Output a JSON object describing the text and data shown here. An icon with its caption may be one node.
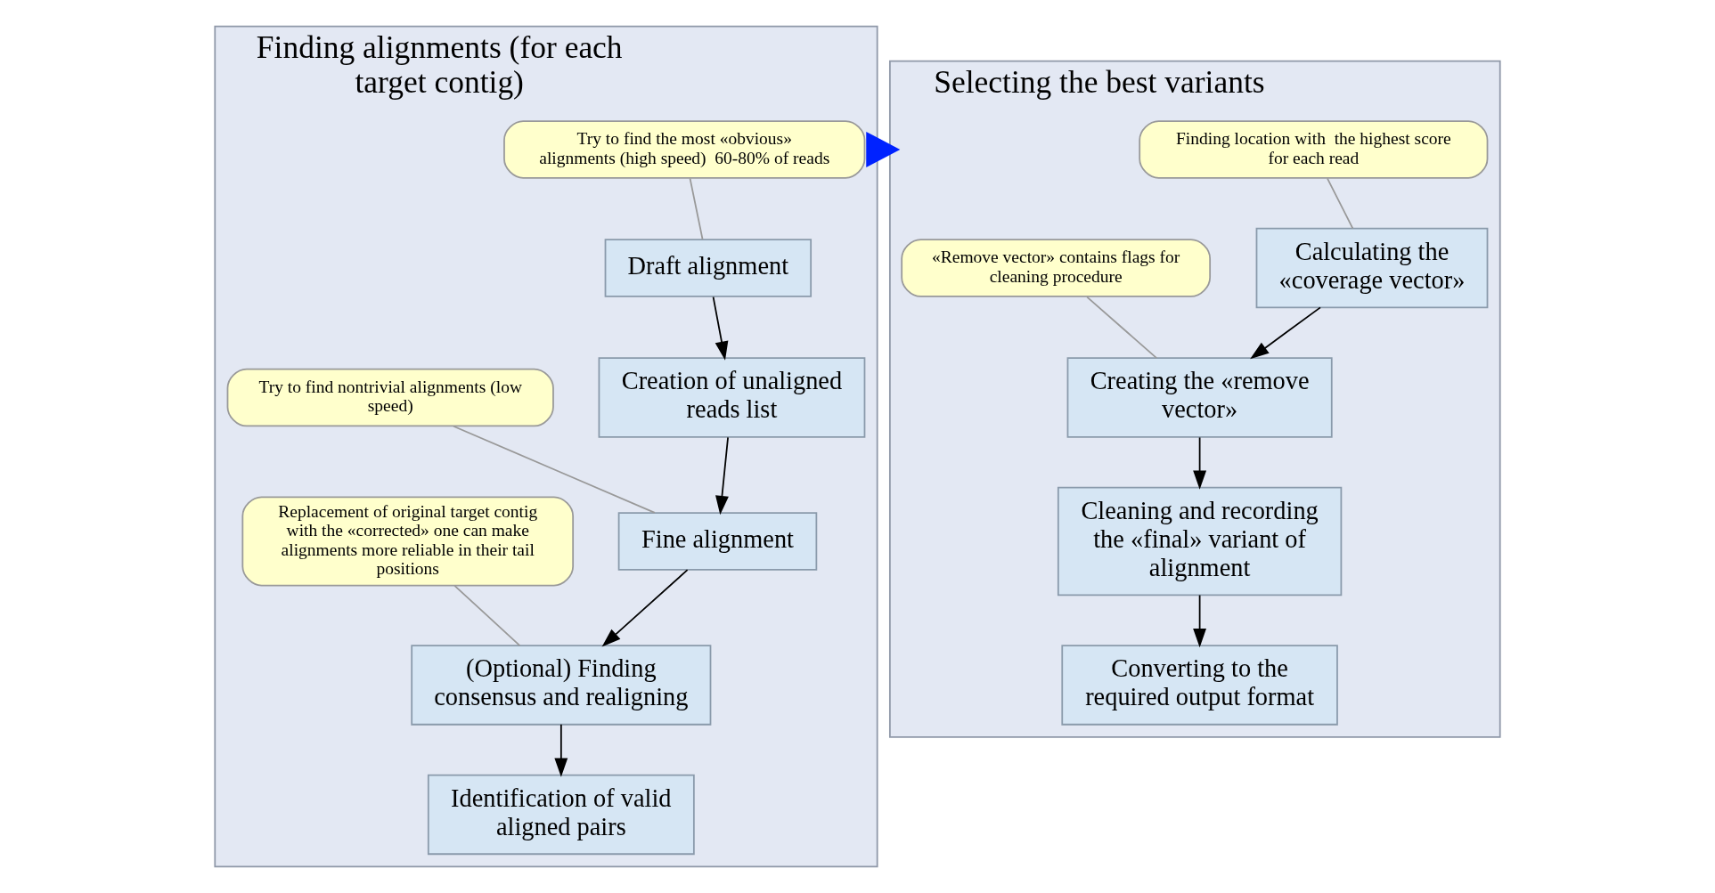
{
  "diagram": {
    "nodes": [
      {
        "text": [
          "Finding alignments (for each target contig)"
        ]
      },
      {
        "text": [
          "Try to find the most «obvious» alignments (high speed)  60-80% of reads"
        ],
        "in": 0
      },
      {
        "text": [
          "Draft alignment"
        ],
        "in": 0
      },
      {
        "text": [
          "Creation of unaligned reads list"
        ],
        "in": 0
      },
      {
        "text": [
          "Try to find nontrivial alignments (low speed)"
        ],
        "in": 0
      },
      {
        "text": [
          "Fine alignment"
        ],
        "in": 0
      },
      {
        "text": [
          "Replacement of original target contig with the «corrected» one can make alignments more reliable in their tail positions"
        ],
        "in": 0
      },
      {
        "text": [
          "(Optional) Finding consensus and realigning"
        ],
        "in": 0
      },
      {
        "text": [
          "Identification of valid aligned pairs"
        ],
        "in": 0
      },
      {
        "text": [
          "Selecting the best variants"
        ]
      },
      {
        "text": [
          "Finding location with  the highest score for each read"
        ],
        "in": 9
      },
      {
        "text": [
          "Calculating the «coverage vector»"
        ],
        "in": 9
      },
      {
        "text": [
          "«Remove vector» contains flags for cleaning procedure"
        ],
        "in": 9
      },
      {
        "text": [
          "Creating the «remove vector»"
        ],
        "in": 9
      },
      {
        "text": [
          "Cleaning and recording the «final» variant of alignment"
        ],
        "in": 9
      },
      {
        "text": [
          "Converting to the required output format"
        ],
        "in": 9
      }
    ],
    "edges": [
      {
        "from": 1,
        "to": 2,
        "arrow": "none",
        "color": "#999999"
      },
      {
        "from": 2,
        "to": 3,
        "arrow": "to"
      },
      {
        "from": 3,
        "to": 5,
        "arrow": "to"
      },
      {
        "from": 4,
        "to": 5,
        "arrow": "none",
        "color": "#999999"
      },
      {
        "from": 5,
        "to": 7,
        "arrow": "to"
      },
      {
        "from": 6,
        "to": 7,
        "arrow": "none",
        "color": "#999999"
      },
      {
        "from": 7,
        "to": 8,
        "arrow": "to"
      },
      {
        "from": 0,
        "to": 9,
        "arrow": "to",
        "style": "thick",
        "color": "#0022ff"
      },
      {
        "from": 10,
        "to": 11,
        "arrow": "none",
        "color": "#999999"
      },
      {
        "from": 11,
        "to": 13,
        "arrow": "to"
      },
      {
        "from": 12,
        "to": 13,
        "arrow": "none",
        "color": "#999999"
      },
      {
        "from": 13,
        "to": 14,
        "arrow": "to"
      },
      {
        "from": 14,
        "to": 15,
        "arrow": "to"
      }
    ]
  }
}
